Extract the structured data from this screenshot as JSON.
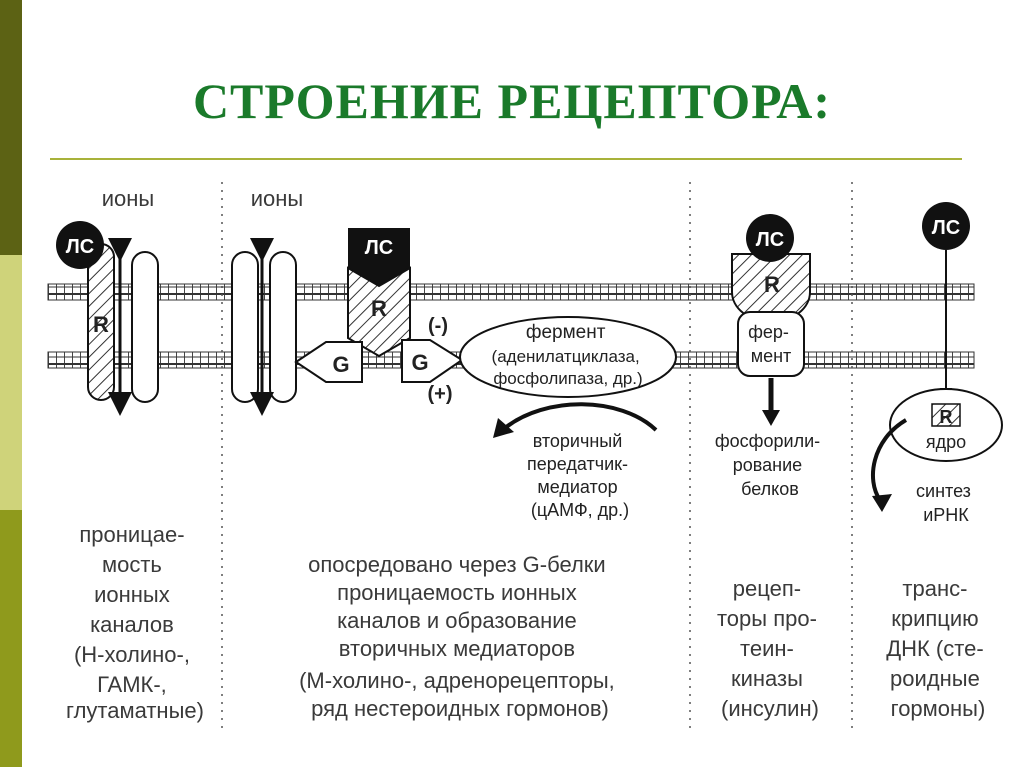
{
  "slide": {
    "title": "СТРОЕНИЕ РЕЦЕПТОРА:"
  },
  "colors": {
    "title": "#1a7a2a",
    "rule": "#a8b23a",
    "sidebar_top": "#5c6214",
    "sidebar_mid": "#cfd37a",
    "sidebar_bottom": "#8f9a1c",
    "ink": "#111111",
    "text": "#3a3a3a"
  },
  "panel1": {
    "ions": "ионы",
    "ligand": "ЛС",
    "receptor": "R",
    "caption": [
      "проницае-",
      "мость",
      "ионных",
      "каналов",
      "(Н-холино-,",
      "ГАМК-,",
      "глутаматные)"
    ]
  },
  "panel2": {
    "ions": "ионы",
    "ligand": "ЛС",
    "receptor": "R",
    "g_left": "G",
    "g_right": "G",
    "minus": "(-)",
    "plus": "(+)",
    "enzyme": [
      "фермент",
      "(аденилатциклаза,",
      "фосфолипаза, др.)"
    ],
    "messenger": [
      "вторичный",
      "передатчик-",
      "медиатор",
      "(цАМФ, др.)"
    ],
    "caption": [
      "опосредовано через G-белки",
      "проницаемость ионных",
      "каналов и образование",
      "вторичных медиаторов",
      "(М-холино-, адренорецепторы,",
      "ряд нестероидных гормонов)"
    ]
  },
  "panel3": {
    "ligand": "ЛС",
    "receptor": "R",
    "enzyme": [
      "фер-",
      "мент"
    ],
    "result": [
      "фосфорили-",
      "рование",
      "белков"
    ],
    "caption": [
      "рецеп-",
      "торы про-",
      "теин-",
      "киназы",
      "(инсулин)"
    ]
  },
  "panel4": {
    "ligand": "ЛС",
    "receptor": "R",
    "nucleus": "ядро",
    "result": [
      "синтез",
      "иРНК"
    ],
    "caption": [
      "транс-",
      "крипцию",
      "ДНК (сте-",
      "роидные",
      "гормоны)"
    ]
  }
}
